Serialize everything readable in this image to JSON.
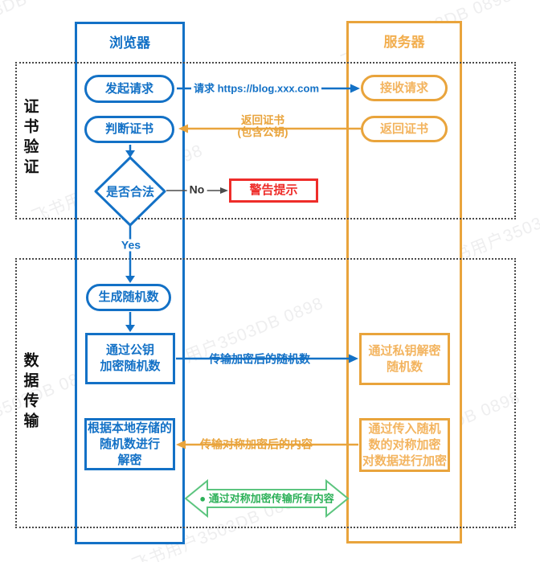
{
  "watermark": {
    "text": "飞书用户3503DB 0898"
  },
  "colors": {
    "blue": "#1371c6",
    "orange": "#e9a43c",
    "orange_text": "#f3b45f",
    "red": "#ee2d2a",
    "green": "#2db159",
    "green_outline": "#5cc57f",
    "gray_arrow": "#4d4d4d"
  },
  "lanes": {
    "browser": {
      "title": "浏览器"
    },
    "server": {
      "title": "服务器"
    }
  },
  "sections": {
    "cert": {
      "label": "证书验证"
    },
    "data": {
      "label": "数据传输"
    }
  },
  "nodes": {
    "initiate_request": "发起请求",
    "receive_request": "接收请求",
    "judge_certificate": "判断证书",
    "return_certificate": "返回证书",
    "is_valid": "是否合法",
    "warning_alert": "警告提示",
    "generate_random": "生成随机数",
    "encrypt_random_with_public_key": "通过公钥\n加密随机数",
    "decrypt_random_with_private_key": "通过私钥解密\n随机数",
    "decrypt_with_local_random": "根据本地存储的\n随机数进行\n解密",
    "symmetric_encrypt_data": "通过传入随机\n数的对称加密\n对数据进行加密"
  },
  "edges": {
    "request_url": "请求 https://blog.xxx.com",
    "return_cert": "返回证书\n(包含公钥)",
    "no": "No",
    "yes": "Yes",
    "send_encrypted_random": "传输加密后的随机数",
    "send_symmetric_encrypted_content": "传输对称加密后的内容",
    "transfer_all_via_symmetric": "● 通过对称加密传输所有内容"
  }
}
